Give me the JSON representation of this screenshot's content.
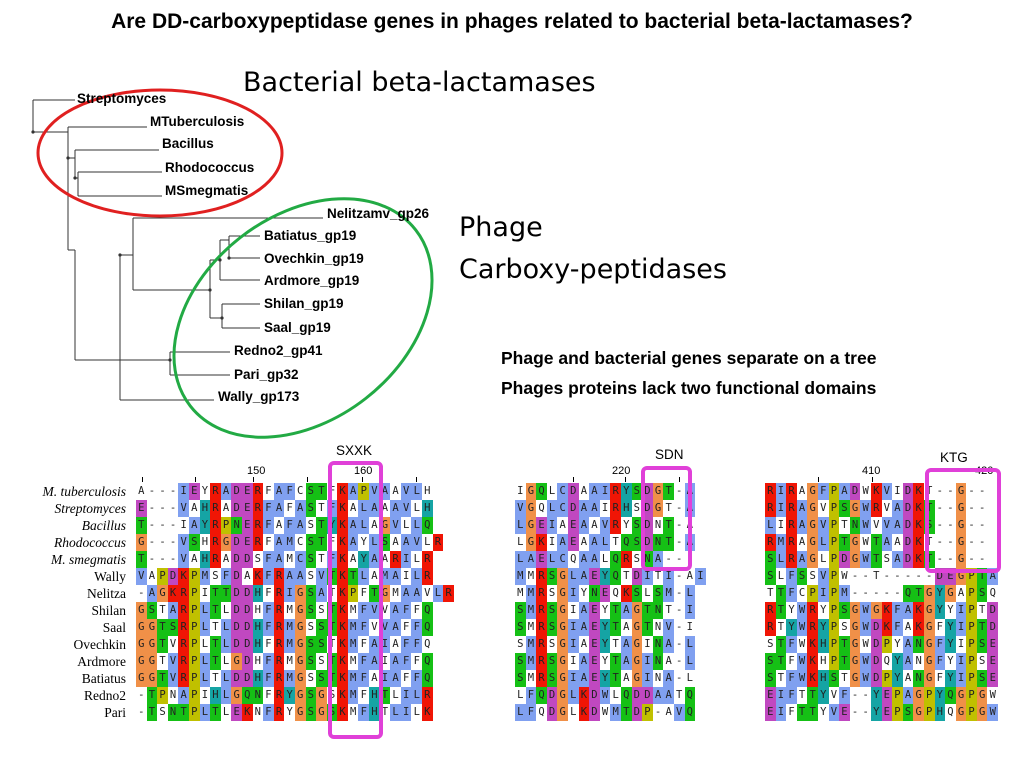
{
  "title": "Are DD-carboxypeptidase genes in phages related to bacterial beta-lactamases?",
  "labels": {
    "bacterial": "Bacterial beta-lactamases",
    "phage_line1": "Phage",
    "phage_line2": "Carboxy-peptidases",
    "note_line1": "Phage and bacterial genes separate on a tree",
    "note_line2": "Phages proteins lack two functional domains"
  },
  "colors": {
    "bacterial_ellipse": "#e02020",
    "phage_ellipse": "#22aa44",
    "motif_box": "#e040d8"
  },
  "tree": {
    "leaves": [
      "Streptomyces",
      "MTuberculosis",
      "Bacillus",
      "Rhodococcus",
      "MSmegmatis",
      "Nelitzamv_gp26",
      "Batiatus_gp19",
      "Ovechkin_gp19",
      "Ardmore_gp19",
      "Shilan_gp19",
      "Saal_gp19",
      "Redno2_gp41",
      "Pari_gp32",
      "Wally_gp173"
    ]
  },
  "motifs": {
    "m1": "SXXK",
    "m2": "SDN",
    "m3": "KTG"
  },
  "positions": {
    "p150": "150",
    "p160": "160",
    "p220": "220",
    "p410": "410",
    "p420": "420"
  },
  "alignment": {
    "rows": [
      {
        "name": "M. tuberculosis",
        "italic": true,
        "b1": "A---IEYRADERFAFCSTFKAPVAAVLH",
        "b2": "IGQLCDAAIRYSDGT-A",
        "b3": "RIRAGFPADWKVIDKT--G--"
      },
      {
        "name": "Streptomyces",
        "italic": true,
        "b1": "E---VAHRADERFAFASTFKALAAAVLH",
        "b2": "VGQLCDAAIRHSDGT-A",
        "b3": "RIRAGVPSGWRVADKT--G--"
      },
      {
        "name": "Bacillus",
        "italic": true,
        "b1": "T---IAYRPNERFAFASTYKALAGVLLQ",
        "b2": "LGEIAEAAVRYSDNT-A",
        "b3": "LIRAGVPTNWVVADKS--G--"
      },
      {
        "name": "Rhodococcus",
        "italic": true,
        "b1": "G---VSHRGDERFAMCSTFKAYLSAAVLR",
        "b2": "LGKIAEAALTQSDNT-A",
        "b3": "RMRAGLPTGWTAADKT--G--"
      },
      {
        "name": "M. smegmatis",
        "italic": true,
        "b1": "T---VAHRADDSFAMCSTFKAYAARILR",
        "b2": "LAELCQAALQRSNA--",
        "b3": "SLRAGLPDGWTSADKT--G--"
      },
      {
        "name": "Wally",
        "italic": false,
        "b1": "VAPDKPMSFDAKFRAASVTKTLAMAILR",
        "b2": "MMRSGLAEYQTDITI-AI",
        "b3": "SLFSSVPW--T-----DEGPTA"
      },
      {
        "name": "Nelitza",
        "italic": false,
        "b1": "-AGKRPITTDDHFRIGSATKPFTGMAAVLR",
        "b2": "MMRSGIYNEQKSLSM-L",
        "b3": "TTFCPIPM-----QTGYGAPSQ"
      },
      {
        "name": "Shilan",
        "italic": false,
        "b1": "GSTARPLTLDDHFRMGSSTKMFVVAFFQ",
        "b2": "SMRSGIAEYTAGTNT-I",
        "b3": "RTYWRYPSGWGKFAKGYYIPTD"
      },
      {
        "name": "Saal",
        "italic": false,
        "b1": "GGTSRPLTLDDHFRMGSSTKMFVVAFFQ",
        "b2": "SMRSGIAEYTAGTNV-I",
        "b3": "RTYWRYPSGWDKFAKGFYIPTD"
      },
      {
        "name": "Ovechkin",
        "italic": false,
        "b1": "GGTVRPLTLDDHFRMGSSTKMFAIAFFQ",
        "b2": "SMRSGIAEYTAGINA-L",
        "b3": "STFWKHPTGWDPYANGFYIPSE"
      },
      {
        "name": "Ardmore",
        "italic": false,
        "b1": "GGTVRPLTLGDHFRMGSSTKMFAIAFFQ",
        "b2": "SMRSGIAEYTAGINA-L",
        "b3": "STFWKHPTGWDQYANGFYIPSE"
      },
      {
        "name": "Batiatus",
        "italic": false,
        "b1": "GGTVRPLTLDDHFRMGSSTKMFAIAFFQ",
        "b2": "SMRSGIAEYTAGINA-L",
        "b3": "STFWKHSTGWDPYANGFYIPSE"
      },
      {
        "name": "Redno2",
        "italic": false,
        "b1": "-TPNAPIHLGQNFRYGSGSKMFHTLILR",
        "b2": "LFQDGLKDWLQDDAATQ",
        "b3": "EIFTTYVF--YEPAGPYQGPGW"
      },
      {
        "name": "Pari",
        "italic": false,
        "b1": "-TSNTPLTLEKNFRYGSGSKMFHTLILK",
        "b2": "LFQDGLKDWMTDP-AVQ",
        "b3": "EIFTTYVE--YEPSGPHQGPGW"
      }
    ]
  }
}
